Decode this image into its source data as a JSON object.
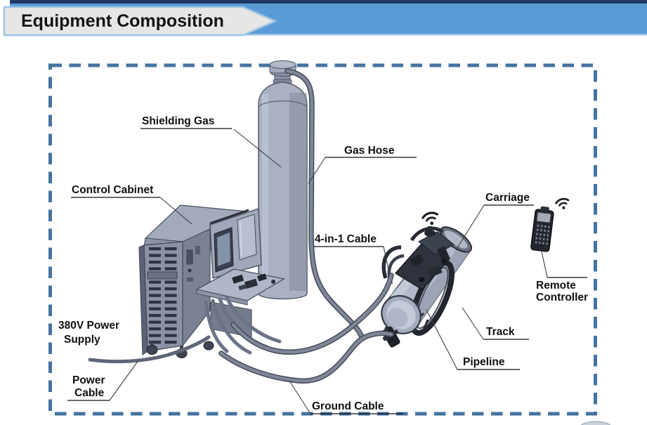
{
  "banner": {
    "title": "Equipment Composition"
  },
  "labels": {
    "shielding_gas": "Shielding Gas",
    "gas_hose": "Gas Hose",
    "control_cabinet": "Control Cabinet",
    "cable_4in1": "4-in-1 Cable",
    "carriage": "Carriage",
    "remote_line1": "Remote",
    "remote_line2": "Controller",
    "track": "Track",
    "pipeline": "Pipeline",
    "ground_cable": "Ground Cable",
    "power_line1": "Power",
    "power_line2": "Cable",
    "supply_line1": "380V Power",
    "supply_line2": "Supply"
  },
  "icons": [
    {
      "name": "wifi-icon",
      "location": "above-carriage"
    },
    {
      "name": "wifi-icon",
      "location": "above-remote-controller"
    }
  ],
  "colors": {
    "banner_bar": "#5B9BD5",
    "banner_top_line": "#1F3864",
    "banner_tab_fill": "#E6E6E6",
    "banner_tab_border": "#9DC3E6",
    "dashed_border": "#46739F",
    "machine_light_gray": "#B3BAC9",
    "machine_mid_gray": "#8A92A4",
    "machine_dark": "#2B2F38",
    "cable_gray": "#6B7386",
    "label_text": "#101010"
  }
}
